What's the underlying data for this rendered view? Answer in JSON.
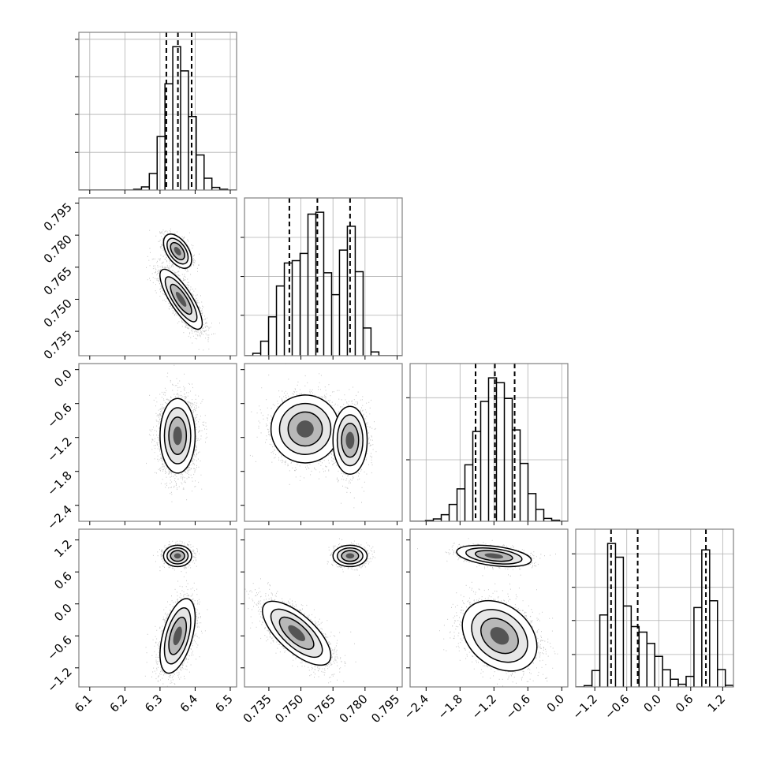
{
  "chart_data": {
    "type": "corner",
    "grid": true,
    "parameters": [
      {
        "range": [
          6.069,
          6.518
        ],
        "ticks": [
          "6.1",
          "6.2",
          "6.3",
          "6.4",
          "6.5"
        ],
        "tick_values": [
          6.1,
          6.2,
          6.3,
          6.4,
          6.5
        ]
      },
      {
        "range": [
          0.7236,
          0.7974
        ],
        "ticks": [
          "0.735",
          "0.750",
          "0.765",
          "0.780",
          "0.795"
        ],
        "tick_values": [
          0.735,
          0.75,
          0.765,
          0.78,
          0.795
        ]
      },
      {
        "range": [
          -2.683,
          0.107
        ],
        "ticks": [
          "−2.4",
          "−1.8",
          "−1.2",
          "−0.6",
          "0.0"
        ],
        "tick_values": [
          -2.4,
          -1.8,
          -1.2,
          -0.6,
          0.0
        ]
      },
      {
        "range": [
          -1.558,
          1.402
        ],
        "ticks": [
          "−1.2",
          "−0.6",
          "0.0",
          "0.6",
          "1.2"
        ],
        "tick_values": [
          -1.2,
          -0.6,
          0.0,
          0.6,
          1.2
        ]
      }
    ],
    "histograms": [
      {
        "param": 0,
        "bin_start": 6.225,
        "bin_width": 0.02227,
        "counts": [
          3,
          12,
          63,
          203,
          403,
          544,
          452,
          279,
          133,
          45,
          10,
          3
        ],
        "yticks": [
          143,
          287,
          430,
          572
        ],
        "quantiles": [
          6.318,
          6.351,
          6.39
        ]
      },
      {
        "param": 1,
        "bin_start": 0.7275,
        "bin_width": 0.003686,
        "counts": [
          9,
          55,
          147,
          264,
          351,
          360,
          387,
          536,
          543,
          314,
          231,
          400,
          490,
          318,
          105,
          14
        ],
        "yticks": [
          153,
          300,
          448
        ],
        "quantiles": [
          0.7446,
          0.7577,
          0.773
        ]
      },
      {
        "param": 2,
        "bin_start": -2.411,
        "bin_width": 0.1395,
        "counts": [
          3,
          9,
          25,
          64,
          123,
          214,
          340,
          454,
          543,
          525,
          465,
          346,
          219,
          105,
          45,
          11,
          4
        ],
        "yticks": [
          233,
          468
        ],
        "quantiles": [
          -1.525,
          -1.183,
          -0.834
        ]
      },
      {
        "param": 3,
        "bin_start": -1.4,
        "bin_width": 0.1472,
        "counts": [
          5,
          62,
          273,
          544,
          492,
          307,
          229,
          208,
          165,
          116,
          65,
          29,
          10,
          40,
          301,
          520,
          327,
          66,
          6
        ],
        "yticks": [
          123,
          252,
          378,
          505
        ],
        "quantiles": [
          -0.895,
          -0.395,
          0.885
        ]
      }
    ],
    "joint": [
      {
        "x": 0,
        "y": 1,
        "components": [
          {
            "mean": [
              6.35,
              0.7725
            ],
            "sd": [
              0.02,
              0.004
            ],
            "corr": -0.5,
            "weight": 0.3
          },
          {
            "mean": [
              6.36,
              0.75
            ],
            "sd": [
              0.03,
              0.007
            ],
            "corr": -0.8,
            "weight": 0.7
          }
        ]
      },
      {
        "x": 0,
        "y": 2,
        "components": [
          {
            "mean": [
              6.35,
              -1.17
            ],
            "sd": [
              0.025,
              0.33
            ],
            "corr": 0.0,
            "weight": 1.0
          }
        ]
      },
      {
        "x": 1,
        "y": 2,
        "components": [
          {
            "mean": [
              0.752,
              -1.05
            ],
            "sd": [
              0.008,
              0.3
            ],
            "corr": 0.0,
            "weight": 0.6
          },
          {
            "mean": [
              0.773,
              -1.25
            ],
            "sd": [
              0.004,
              0.3
            ],
            "corr": 0.0,
            "weight": 0.4
          }
        ]
      },
      {
        "x": 0,
        "y": 3,
        "components": [
          {
            "mean": [
              6.35,
              0.9
            ],
            "sd": [
              0.02,
              0.1
            ],
            "corr": 0.0,
            "weight": 0.3
          },
          {
            "mean": [
              6.35,
              -0.6
            ],
            "sd": [
              0.025,
              0.35
            ],
            "corr": 0.5,
            "weight": 0.7
          }
        ]
      },
      {
        "x": 1,
        "y": 3,
        "components": [
          {
            "mean": [
              0.773,
              0.9
            ],
            "sd": [
              0.004,
              0.1
            ],
            "corr": 0.0,
            "weight": 0.3
          },
          {
            "mean": [
              0.748,
              -0.55
            ],
            "sd": [
              0.008,
              0.3
            ],
            "corr": -0.7,
            "weight": 0.7
          }
        ]
      },
      {
        "x": 2,
        "y": 3,
        "components": [
          {
            "mean": [
              -1.2,
              0.9
            ],
            "sd": [
              0.33,
              0.1
            ],
            "corr": -0.4,
            "weight": 0.3
          },
          {
            "mean": [
              -1.1,
              -0.6
            ],
            "sd": [
              0.33,
              0.33
            ],
            "corr": -0.3,
            "weight": 0.7
          }
        ]
      }
    ]
  }
}
